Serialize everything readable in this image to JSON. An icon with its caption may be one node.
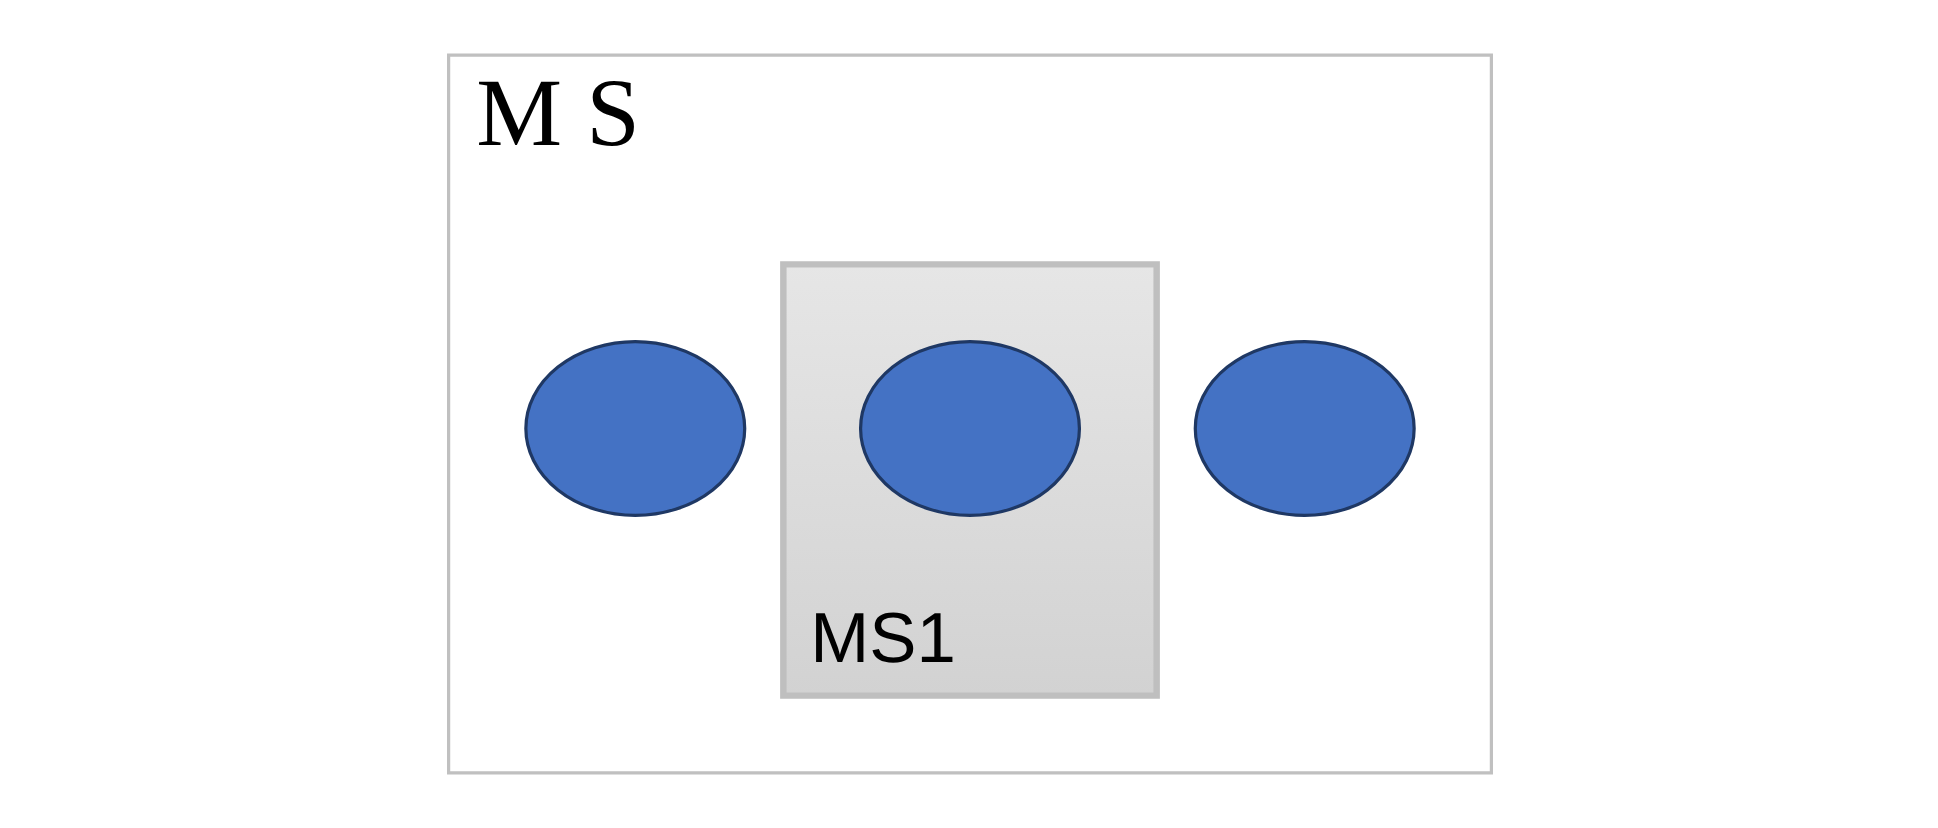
{
  "diagram": {
    "nodes": [
      {
        "text": [
          "M S"
        ]
      },
      {
        "text": [],
        "shape": "circle",
        "in": 0
      },
      {
        "text": [
          "MS1"
        ],
        "in": 0
      },
      {
        "text": [],
        "shape": "circle",
        "in": 2
      },
      {
        "text": [],
        "shape": "circle",
        "in": 0
      }
    ],
    "edges": []
  }
}
